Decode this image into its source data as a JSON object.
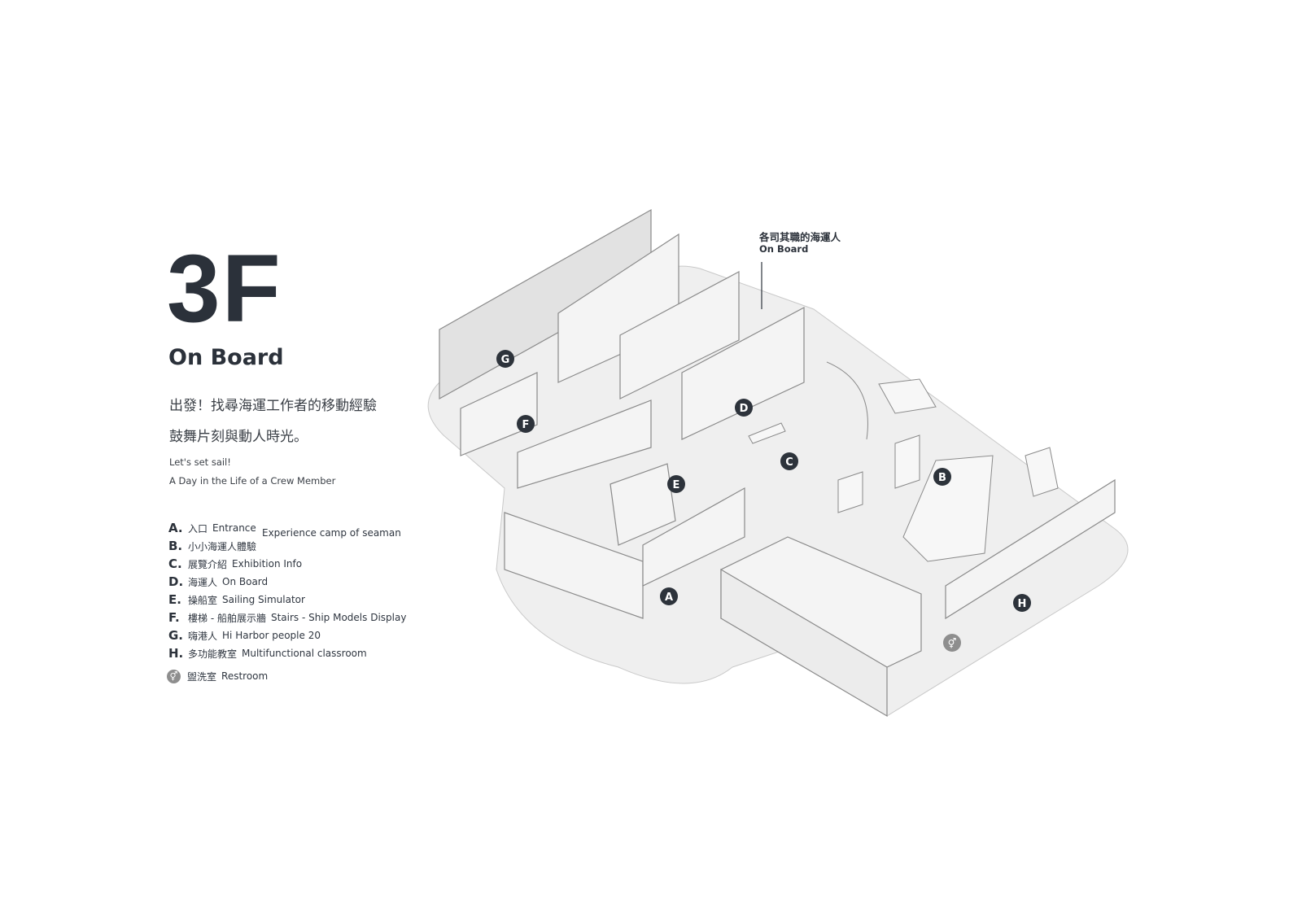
{
  "floor": {
    "title": "3F",
    "subtitle": "On Board",
    "intro_zh": [
      "出發！找尋海運工作者的移動經驗",
      "鼓舞片刻與動人時光。"
    ],
    "intro_en": [
      "Let's set sail!",
      "A Day in the Life of a Crew Member"
    ]
  },
  "callout": {
    "zh": "各司其職的海運人",
    "en": "On Board"
  },
  "legend": [
    {
      "letter": "A.",
      "zh": "入口",
      "en": "Entrance",
      "extra": "Experience camp of seaman"
    },
    {
      "letter": "B.",
      "zh": "小小海運人體驗",
      "en": ""
    },
    {
      "letter": "C.",
      "zh": "展覽介紹",
      "en": "Exhibition Info"
    },
    {
      "letter": "D.",
      "zh": "海運人",
      "en": "On Board"
    },
    {
      "letter": "E.",
      "zh": "操船室",
      "en": "Sailing Simulator"
    },
    {
      "letter": "F.",
      "zh": "樓梯 - 船舶展示牆",
      "en": "Stairs - Ship Models Display"
    },
    {
      "letter": "G.",
      "zh": "嗨港人",
      "en": "Hi Harbor people 20"
    },
    {
      "letter": "H.",
      "zh": "多功能教室",
      "en": "Multifunctional classroom"
    }
  ],
  "restroom": {
    "zh": "盥洗室",
    "en": "Restroom",
    "icon": "restroom-icon"
  },
  "markers": [
    "A",
    "B",
    "C",
    "D",
    "E",
    "F",
    "G",
    "H"
  ],
  "colors": {
    "marker": "#2d333b",
    "floor": "#efefef",
    "wall": "#f3f3f3",
    "line": "#8a8a8a",
    "restroom": "#8e8e8e"
  }
}
